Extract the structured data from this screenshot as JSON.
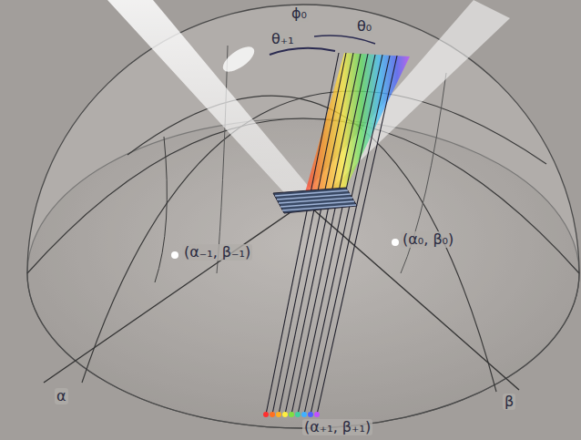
{
  "diagram": {
    "labels": [
      "ϕ₀",
      "θ₀",
      "θ₊₁",
      "(α₋₁, β₋₁)",
      "(α₀, β₀)",
      "(α₊₁, β₊₁)",
      "α",
      "β"
    ]
  }
}
